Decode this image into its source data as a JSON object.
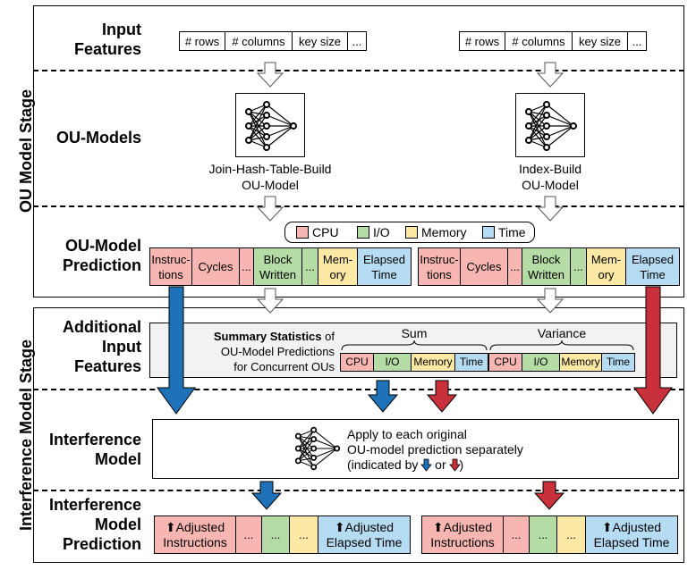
{
  "stages": {
    "ou": "OU Model Stage",
    "interference": "Interference Model Stage"
  },
  "rows": {
    "input_features": "Input\nFeatures",
    "ou_models": "OU-Models",
    "ou_model_prediction": "OU-Model\nPrediction",
    "additional_input": "Additional\nInput\nFeatures",
    "interference_model": "Interference\nModel",
    "interference_prediction": "Interference\nModel\nPrediction"
  },
  "features": [
    "# rows",
    "# columns",
    "key size",
    "..."
  ],
  "models": {
    "left": "Join-Hash-Table-Build\nOU-Model",
    "right": "Index-Build\nOU-Model"
  },
  "legend": {
    "cpu": "CPU",
    "io": "I/O",
    "memory": "Memory",
    "time": "Time"
  },
  "prediction_cells": [
    "Instruc-\ntions",
    "Cycles",
    "...",
    "Block\nWritten",
    "...",
    "Mem-\nory",
    "Elapsed\nTime"
  ],
  "summary": {
    "bold": "Summary Statistics",
    "rest": " of\nOU-Model Predictions\nfor Concurrent OUs",
    "sum": "Sum",
    "variance": "Variance",
    "cells": [
      "CPU",
      "I/O",
      "Memory",
      "Time",
      "CPU",
      "I/O",
      "Memory",
      "Time"
    ]
  },
  "interference_text": {
    "line1": "Apply to each original\nOU-model prediction separately",
    "line2_a": "(indicated by ",
    "line2_b": " or ",
    "line2_c": ")"
  },
  "adjusted": {
    "left": [
      "⬆Adjusted\nInstructions",
      "...",
      "...",
      "...",
      "⬆Adjusted\nElapsed Time"
    ],
    "right": [
      "⬆Adjusted\nInstructions",
      "...",
      "...",
      "...",
      "⬆Adjusted\nElapsed Time"
    ]
  },
  "colors": {
    "cpu": "#f7b6b2",
    "io": "#b4dca4",
    "memory": "#fde9a6",
    "time": "#b6dcf3",
    "blue_arrow": "#1f72b8",
    "red_arrow": "#c8303b"
  }
}
